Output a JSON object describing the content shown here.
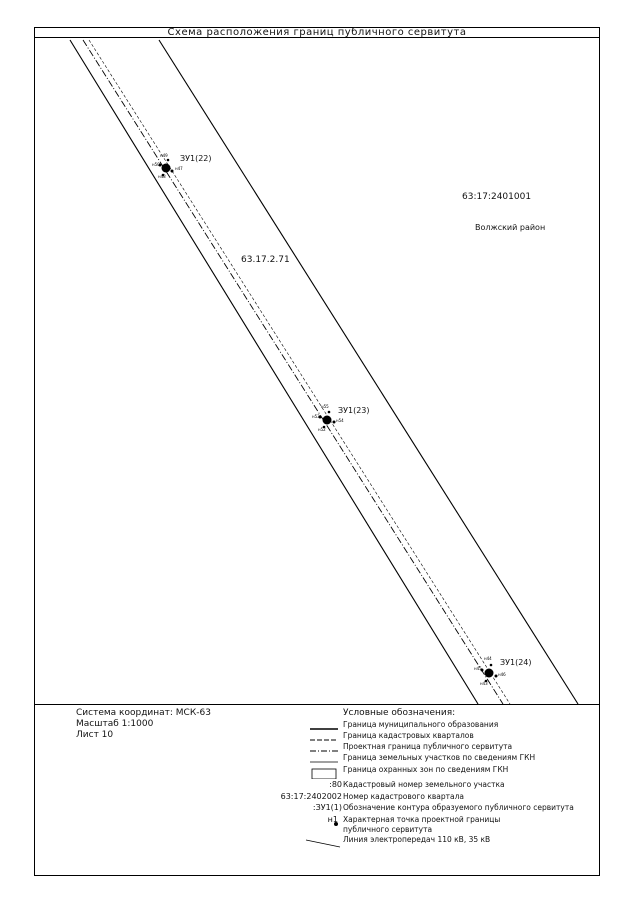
{
  "title": "Схема расположения границ публичного сервитута",
  "map": {
    "quarter_top_right": "63:17:2401001",
    "district": "Волжский район",
    "plot_number": "63.17.2.71",
    "points": [
      {
        "label": "ЗУ1(22)"
      },
      {
        "label": "ЗУ1(23)"
      },
      {
        "label": "ЗУ1(24)"
      }
    ]
  },
  "info": {
    "coords": "Система координат: МСК-63",
    "scale": "Масштаб 1:1000",
    "sheet": "Лист 10"
  },
  "legend": {
    "title": "Условные обозначения:",
    "items": [
      {
        "symbol": "solid-thick",
        "label": "Граница муниципального образования"
      },
      {
        "symbol": "dash",
        "label": "Граница кадастровых кварталов"
      },
      {
        "symbol": "dashdot",
        "label": "Проектная граница публичного сервитута"
      },
      {
        "symbol": "solid-thin",
        "label": "Граница земельных участков по сведениям ГКН"
      },
      {
        "symbol": "rect",
        "label": "Граница охранных зон по сведениям ГКН"
      },
      {
        "symbol": "text",
        "code": ":80",
        "label": "Кадастровый номер земельного участка"
      },
      {
        "symbol": "text",
        "code": "63:17:2402002",
        "label": "Номер кадастрового квартала"
      },
      {
        "symbol": "text",
        "code": ":ЗУ1(1)",
        "label": "Обозначение контура образуемого публичного сервитута"
      },
      {
        "symbol": "point",
        "code": "н1",
        "label": "Характерная точка проектной границы"
      },
      {
        "symbol": "none",
        "label": "публичного сервитута"
      },
      {
        "symbol": "slant",
        "label": "Линия электропередач 110 кВ, 35 кВ"
      }
    ]
  }
}
